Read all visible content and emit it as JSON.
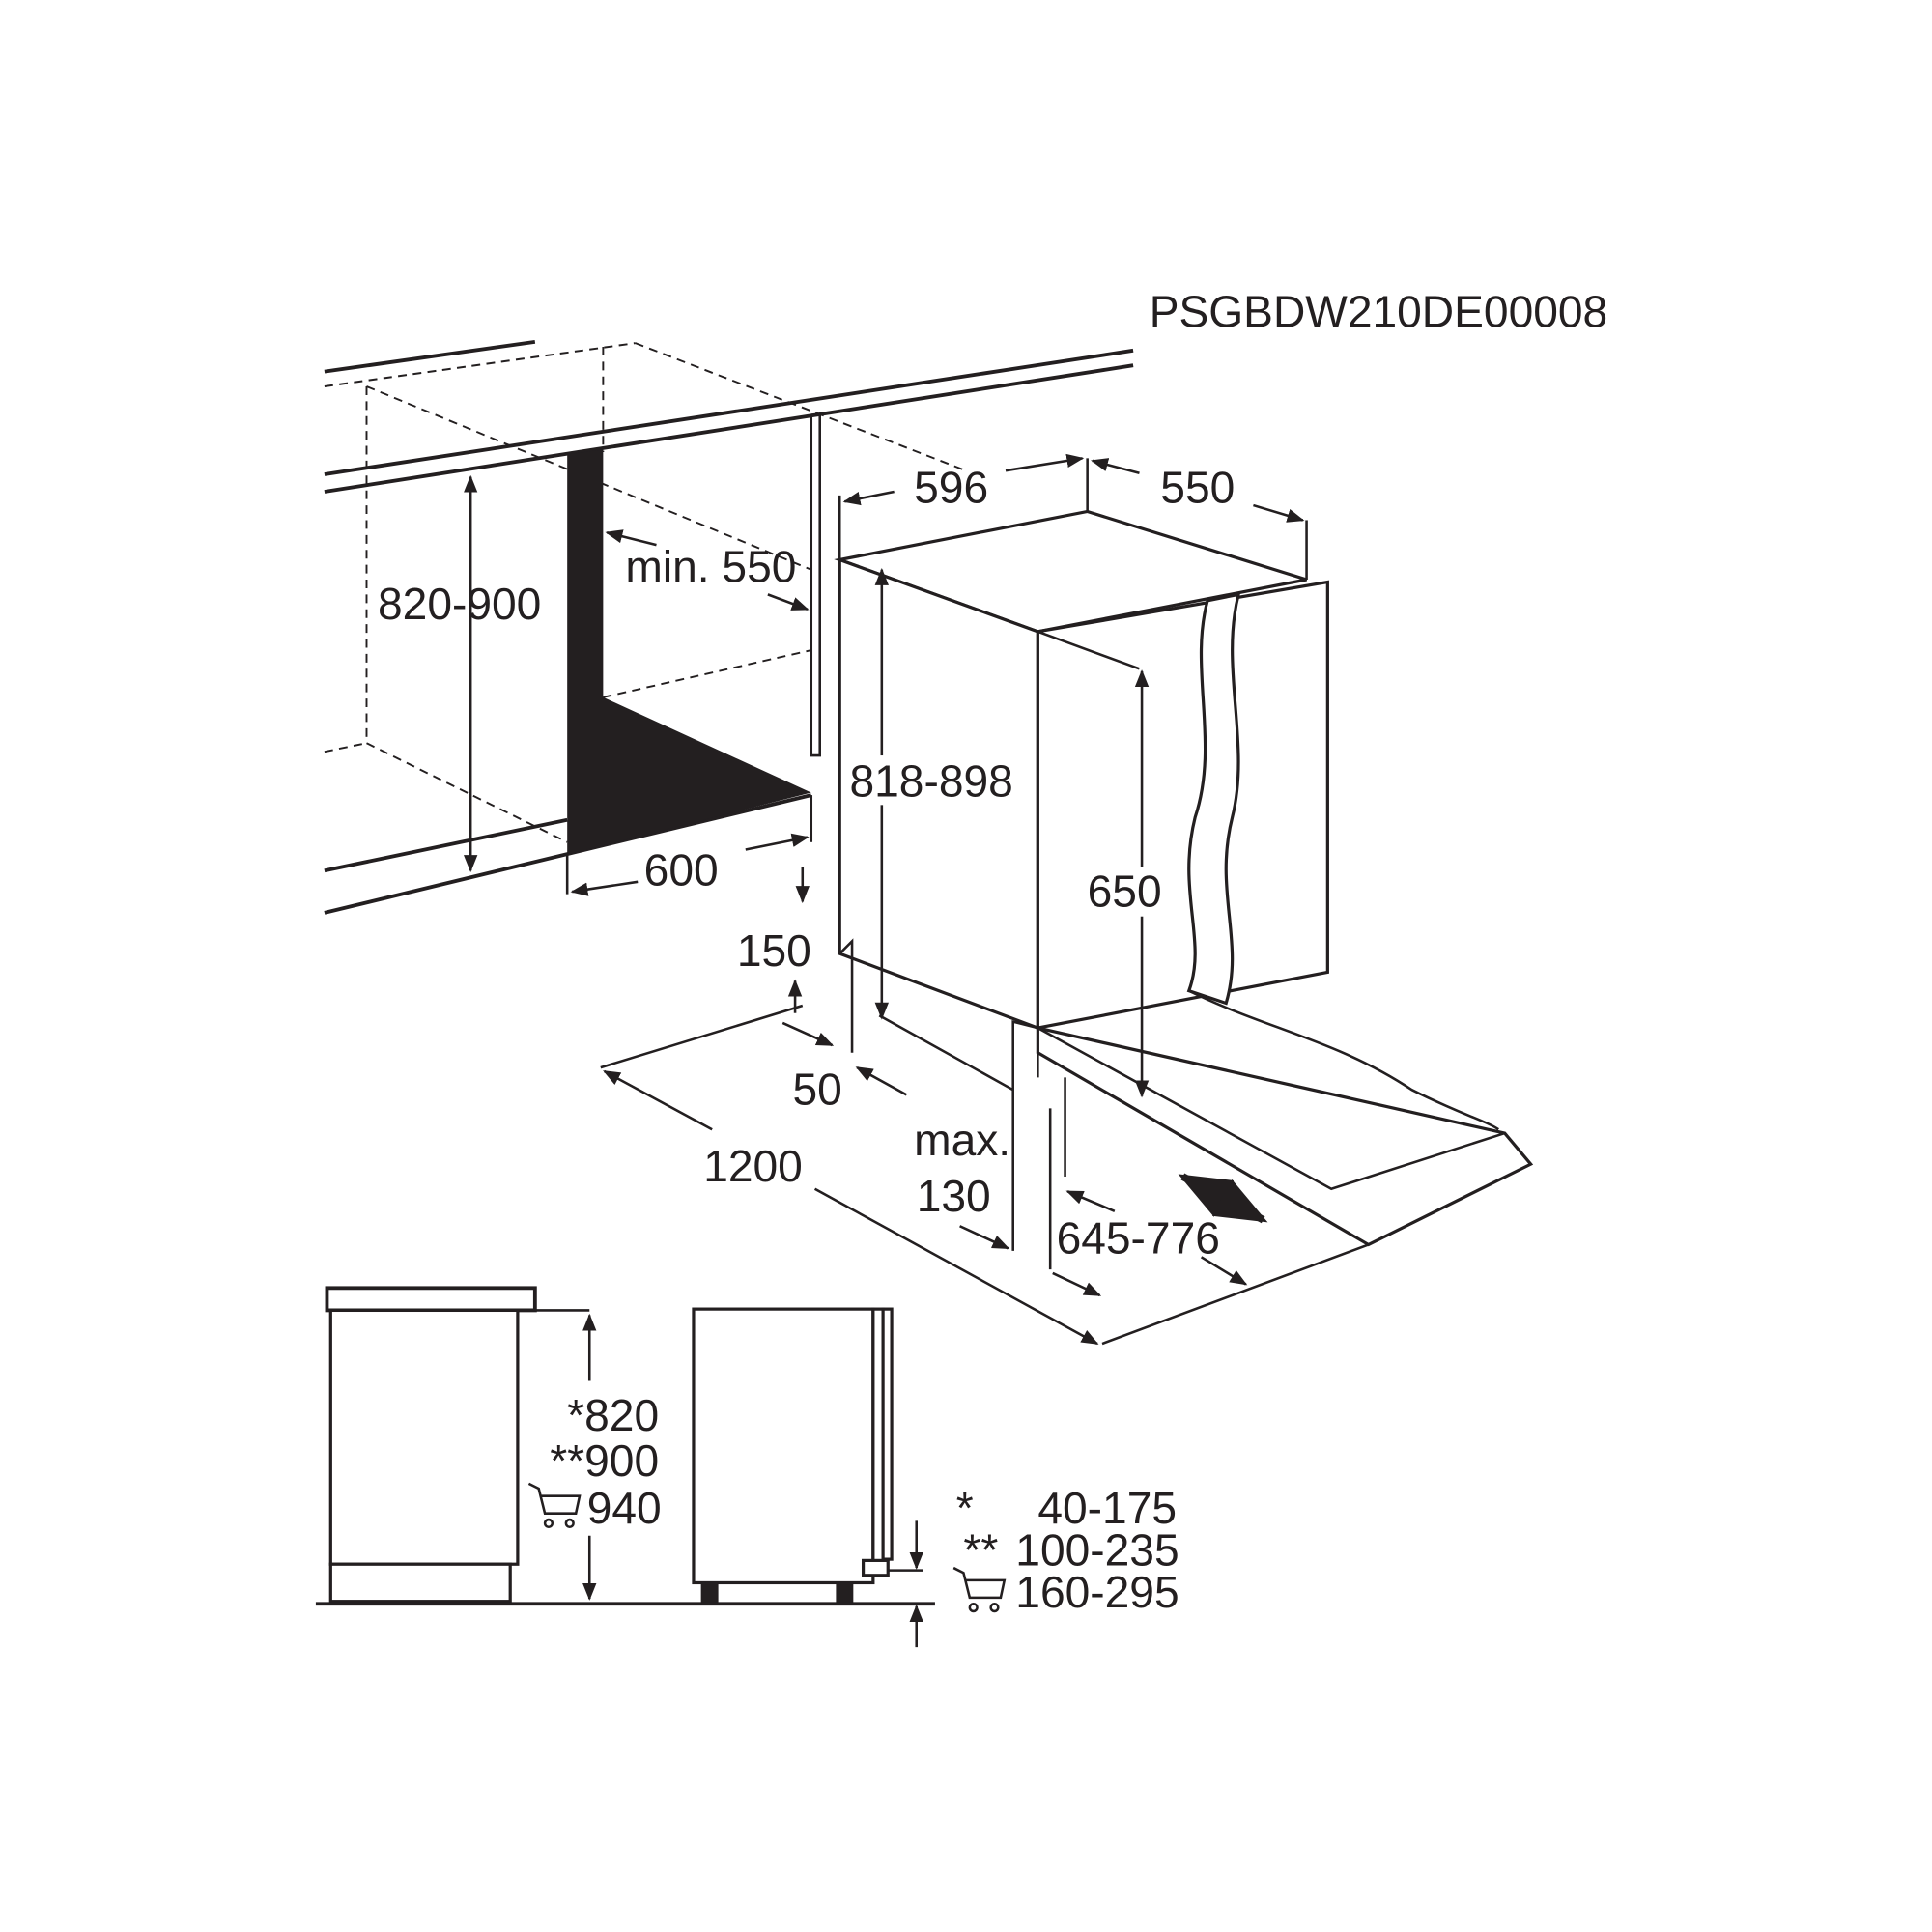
{
  "code": "PSGBDW210DE00008",
  "dimensions": {
    "niche_height": "820-900",
    "min_depth": "min. 550",
    "niche_width": "600",
    "width": "596",
    "depth": "550",
    "appliance_height": "818-898",
    "door_height": "650",
    "d150": "150",
    "d50": "50",
    "d1200": "1200",
    "max_label": "max.",
    "max_value": "130",
    "door_range": "645-776"
  },
  "side_views": {
    "heights": [
      "*820",
      "**900",
      "940"
    ],
    "plinth": [
      {
        "mark": "*",
        "value": "40-175"
      },
      {
        "mark": "**",
        "value": "100-235"
      },
      {
        "mark": "",
        "value": "160-295"
      }
    ]
  },
  "colors": {
    "ink": "#231f20",
    "background": "#ffffff"
  }
}
